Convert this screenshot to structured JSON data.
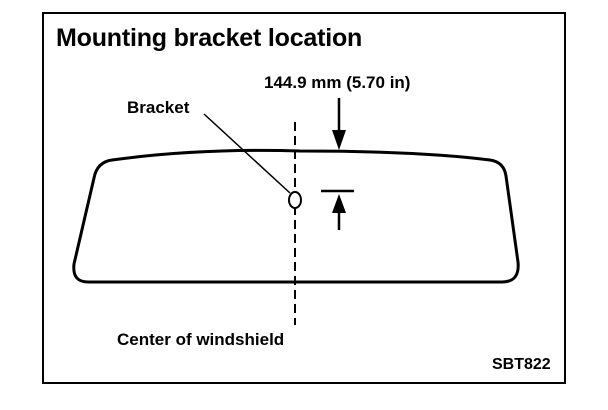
{
  "figure": {
    "title": "Mounting bracket location",
    "measurement_label": "144.9 mm (5.70 in)",
    "bracket_label": "Bracket",
    "center_label": "Center of windshield",
    "figure_code": "SBT822"
  }
}
